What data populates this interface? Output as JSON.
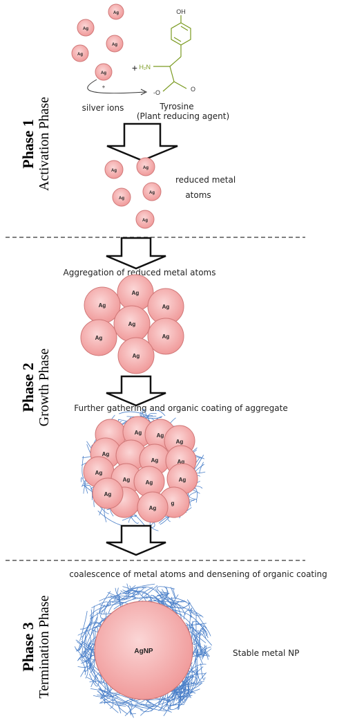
{
  "phases": [
    {
      "title": "Phase 1",
      "subtitle": "Activation Phase"
    },
    {
      "title": "Phase 2",
      "subtitle": "Growth  Phase"
    },
    {
      "title": "Phase 3",
      "subtitle": "Termination Phase"
    }
  ],
  "labels": {
    "silver_ions": "silver ions",
    "tyrosine": "Tyrosine",
    "plant_agent": "(Plant reducing agent)",
    "plus": "+",
    "reduced_line1": "reduced metal",
    "reduced_line2": "atoms",
    "aggregation": "Aggregation of reduced metal atoms",
    "further": "Further gathering and organic coating of aggregate",
    "coalescence": "coalescence  of metal atoms and  densening of organic coating",
    "stable": "Stable metal NP"
  },
  "particles": {
    "atom_label": "Ag",
    "nanoparticle_label": "AgNP",
    "partial_label": "g"
  },
  "molecule": {
    "oh": "OH",
    "h2n": "H₂N",
    "o_minus": "-O",
    "o": "O",
    "charge": "+"
  },
  "colors": {
    "particle_fill": "#f4a8a8",
    "particle_stroke": "#d07878",
    "coating": "#4a7fc8",
    "molecule": "#7a9a20",
    "arrow_fill": "#ffffff",
    "arrow_stroke": "#111111",
    "divider": "#555555"
  }
}
